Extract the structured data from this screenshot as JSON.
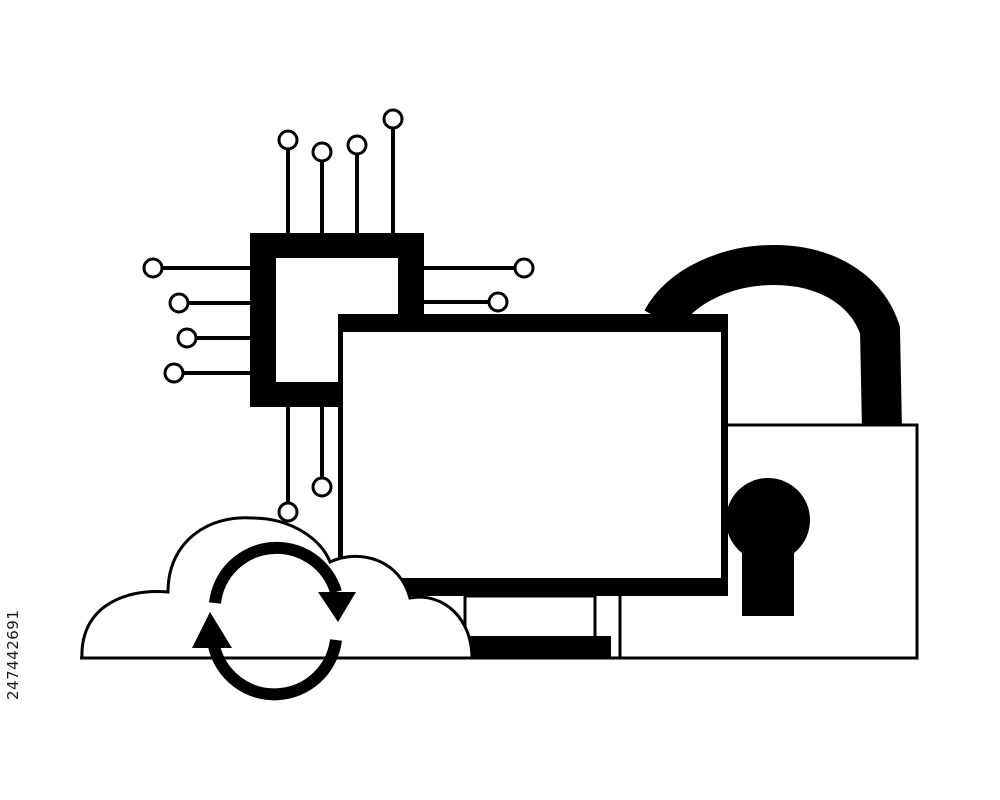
{
  "image": {
    "side_id_text": "247442691",
    "style": "black-and-white line illustration",
    "subject": [
      "circuit-chip",
      "computer-monitor",
      "padlock",
      "cloud",
      "sync-arrows"
    ],
    "colors": {
      "ink": "#000000",
      "paper": "#ffffff"
    }
  }
}
